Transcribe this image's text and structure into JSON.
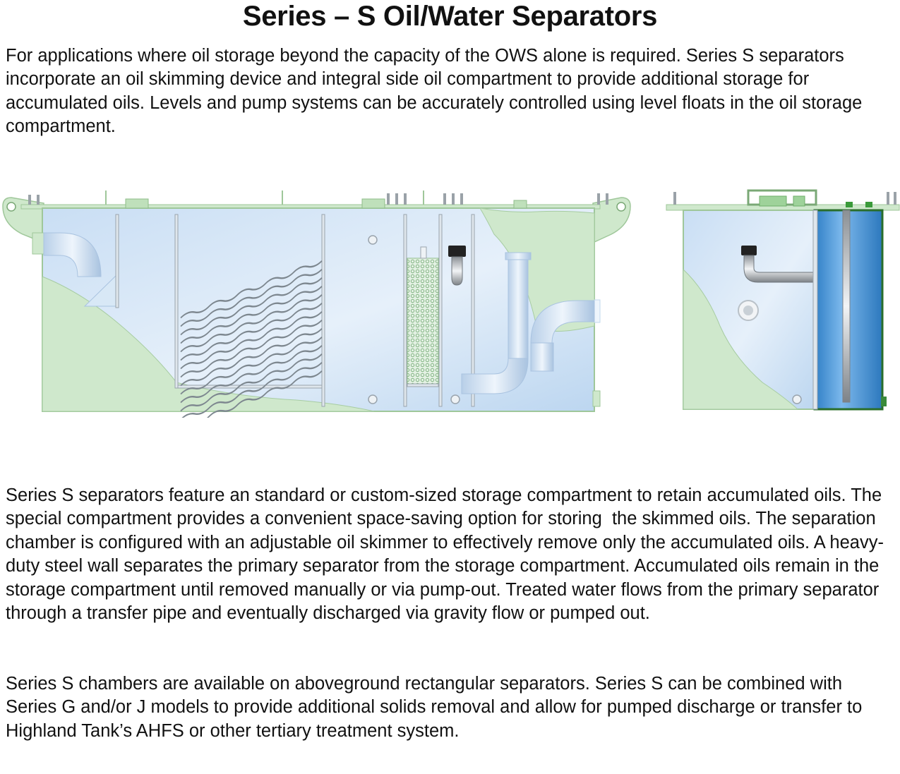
{
  "page": {
    "title": "Series – S Oil/Water Separators",
    "intro": "For applications where oil storage beyond the capacity of the OWS alone is required. Series S separators incorporate an oil skimming device and integral side oil compartment to provide additional storage for accumulated oils. Levels and pump systems can be accurately controlled using level floats in the oil storage compartment.",
    "paragraphs": [
      "Series S separators feature an standard or custom-sized storage compartment to retain accumulated oils. The special compartment provides a convenient space-saving option for storing  the skimmed oils. The separation chamber is configured with an adjustable oil skimmer to effectively remove only the accumulated oils. A heavy-duty steel wall separates the primary separator from the storage compartment. Accumulated oils remain in the storage compartment until removed manually or via pump-out. Treated water flows from the primary separator through a transfer pipe and eventually discharged via gravity flow or pumped out.",
      "Series S chambers are available on aboveground rectangular separators. Series S can be combined with Series G and/or J models to provide additional solids removal and allow for pumped discharge or transfer to Highland Tank’s AHFS or other tertiary treatment system."
    ]
  },
  "colors": {
    "tank_green": "#cfe8cc",
    "tank_outline": "#9fc79a",
    "water_blue": "#d6e8f8",
    "oil_blue": "#4f98d8",
    "storage_green": "#3a8a3a"
  },
  "icons": [
    "inlet-elbow-icon",
    "coalescing-plates-icon",
    "skimmer-icon",
    "outlet-pipe-icon"
  ]
}
